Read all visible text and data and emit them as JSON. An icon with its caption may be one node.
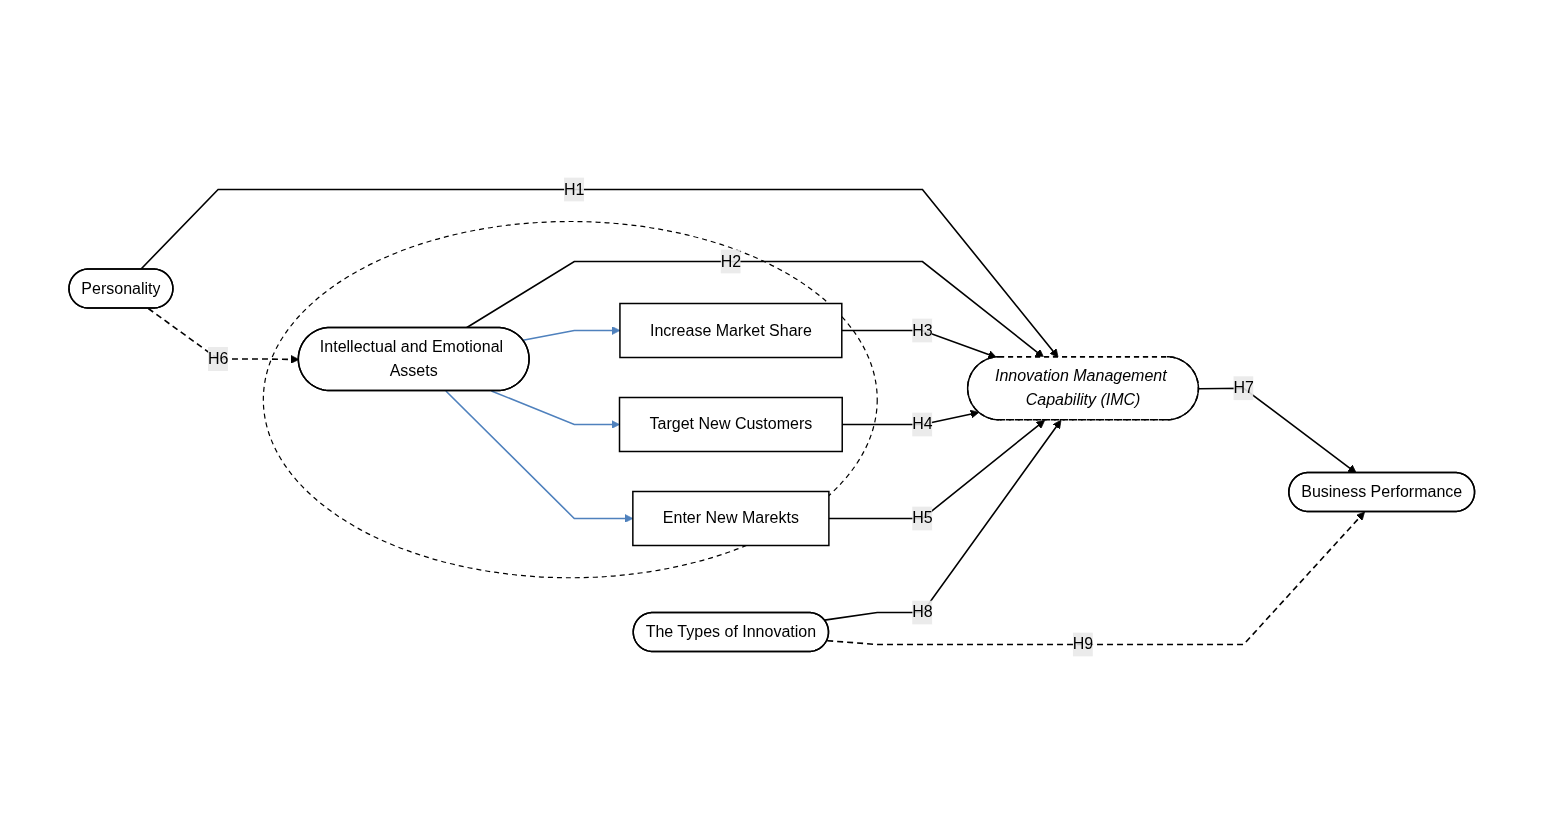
{
  "diagram": {
    "nodes": [
      {
        "text": [
          "Personality"
        ]
      },
      {
        "text": [],
        "shape": "circle"
      },
      {
        "text": [
          "Intellectual and Emotional Assets"
        ],
        "in": 1
      },
      {
        "text": [
          "Increase Market Share"
        ],
        "in": 1
      },
      {
        "text": [
          "Target New Customers"
        ],
        "in": 1
      },
      {
        "text": [
          "Enter New Marekts"
        ],
        "in": 1
      },
      {
        "text": [
          "Innovation Management Capability (IMC)"
        ]
      },
      {
        "text": [
          "Business Performance"
        ]
      },
      {
        "text": [
          "The Types of Innovation"
        ]
      }
    ],
    "edges": [
      {
        "from": 0,
        "to": 6,
        "arrow": "to",
        "label": "H1"
      },
      {
        "from": 0,
        "to": 2,
        "arrow": "to",
        "label": "H6",
        "style": "dashed"
      },
      {
        "from": 2,
        "to": 6,
        "arrow": "to",
        "label": "H2"
      },
      {
        "from": 2,
        "to": 3,
        "arrow": "to",
        "color": "#4f81bd"
      },
      {
        "from": 2,
        "to": 4,
        "arrow": "to",
        "color": "#4f81bd"
      },
      {
        "from": 2,
        "to": 5,
        "arrow": "to",
        "color": "#4f81bd"
      },
      {
        "from": 3,
        "to": 6,
        "arrow": "to",
        "label": "H3"
      },
      {
        "from": 4,
        "to": 6,
        "arrow": "to",
        "label": "H4"
      },
      {
        "from": 5,
        "to": 6,
        "arrow": "to",
        "label": "H5"
      },
      {
        "from": 6,
        "to": 7,
        "arrow": "to",
        "label": "H7"
      },
      {
        "from": 8,
        "to": 6,
        "arrow": "to",
        "label": "H8"
      },
      {
        "from": 8,
        "to": 7,
        "arrow": "to",
        "label": "H9",
        "style": "dashed"
      }
    ]
  }
}
